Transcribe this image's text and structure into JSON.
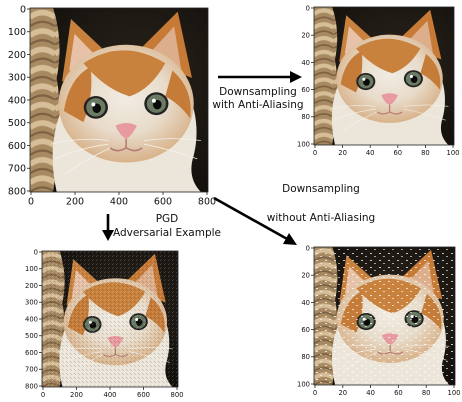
{
  "panels": [
    {
      "id": "original",
      "image": "kitten-original-photo",
      "x_ticks": [
        "0",
        "200",
        "400",
        "600",
        "800"
      ],
      "y_ticks": [
        "0",
        "100",
        "200",
        "300",
        "400",
        "500",
        "600",
        "700",
        "800"
      ]
    },
    {
      "id": "aa",
      "image": "kitten-downsampled-anti-aliased-photo",
      "x_ticks": [
        "0",
        "20",
        "40",
        "60",
        "80",
        "100"
      ],
      "y_ticks": [
        "0",
        "20",
        "40",
        "60",
        "80",
        "100"
      ]
    },
    {
      "id": "pgd",
      "image": "kitten-pgd-adversarial-photo",
      "x_ticks": [
        "0",
        "200",
        "400",
        "600",
        "800"
      ],
      "y_ticks": [
        "0",
        "100",
        "200",
        "300",
        "400",
        "500",
        "600",
        "700",
        "800"
      ]
    },
    {
      "id": "noaa",
      "image": "kitten-downsampled-aliased-photo",
      "x_ticks": [
        "0",
        "20",
        "40",
        "60",
        "80",
        "100"
      ],
      "y_ticks": [
        "0",
        "20",
        "40",
        "60",
        "80",
        "100"
      ]
    }
  ],
  "labels": {
    "aa_line1": "Downsampling",
    "aa_line2": "with Anti-Aliasing",
    "pgd_line1": "PGD",
    "pgd_line2": "Adversarial Example",
    "noaa_line1": "Downsampling",
    "noaa_line2": "without Anti-Aliasing"
  },
  "colors": {
    "fur_orange": "#c9823e",
    "fur_white": "#f2eee6",
    "background": "#16140f",
    "basket": "#b99a70",
    "eye": "#6b7a63",
    "nose": "#e79aa0",
    "arrow": "#000000"
  }
}
